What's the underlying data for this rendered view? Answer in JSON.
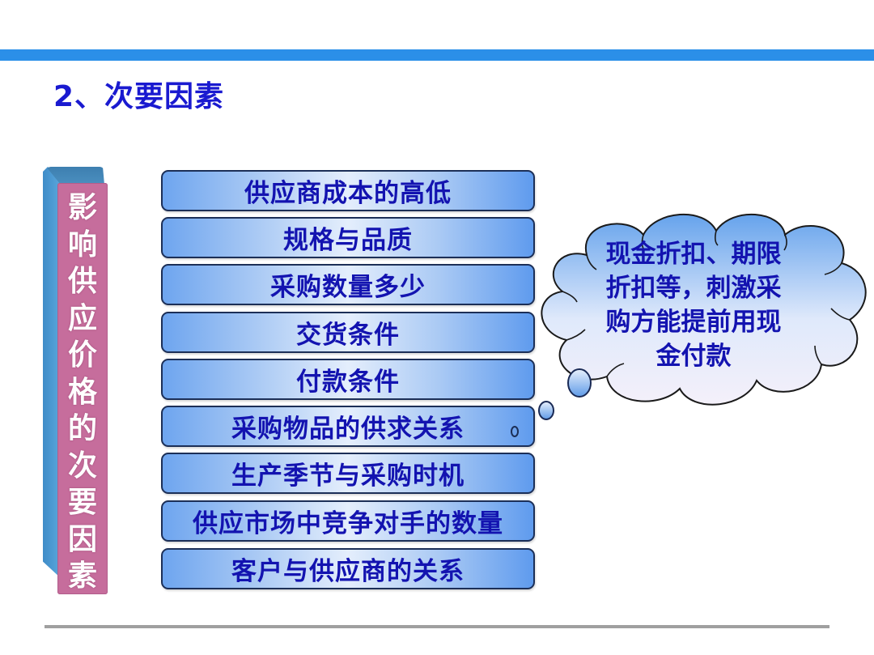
{
  "header": {
    "title": "2、次要因素",
    "accent_bar_color": "#2b8fe8",
    "title_color": "#1a1ad0"
  },
  "side_label": {
    "text": "影响供应价格的次要因素",
    "chars": [
      "影",
      "响",
      "供",
      "应",
      "价",
      "格",
      "的",
      "次",
      "要",
      "因",
      "素"
    ],
    "front_color": "#c66d9c",
    "side_color": "#4a96d0"
  },
  "factors": [
    {
      "label": "供应商成本的高低"
    },
    {
      "label": "规格与品质"
    },
    {
      "label": "采购数量多少"
    },
    {
      "label": "交货条件"
    },
    {
      "label": "付款条件"
    },
    {
      "label": "采购物品的供求关系"
    },
    {
      "label": "生产季节与采购时机"
    },
    {
      "label": "供应市场中竞争对手的数量"
    },
    {
      "label": "客户与供应商的关系"
    }
  ],
  "callout": {
    "lines": [
      "现金折扣、期限",
      "折扣等，刺激采",
      "购方能提前用现",
      "金付款"
    ],
    "text": "现金折扣、期限折扣等，刺激采购方能提前用现金付款"
  },
  "footer": {
    "divider_color": "#a0a0a0"
  }
}
